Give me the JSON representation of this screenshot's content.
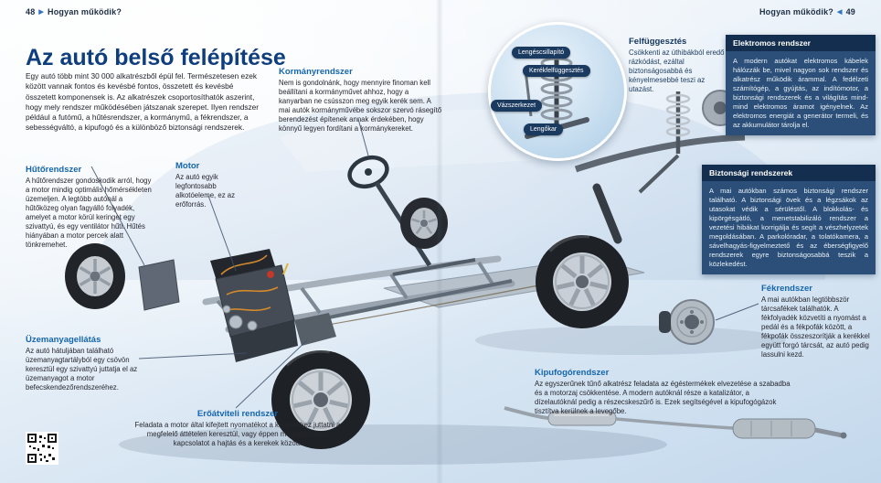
{
  "header": {
    "left": {
      "page": "48",
      "title": "Hogyan működik?"
    },
    "right": {
      "title": "Hogyan működik?",
      "page": "49"
    }
  },
  "icons": {
    "arrow_right": "▶",
    "arrow_left": "◀",
    "qr_code": "qr-code"
  },
  "title": "Az autó belső felépítése",
  "intro": "Egy autó több mint 30 000 alkatrészből épül fel. Természetesen ezek között vannak fontos és kevésbé fontos, összetett és kevésbé összetett komponensek is. Az alkatrészek csoportosíthatók aszerint, hogy mely rendszer működésében játszanak szerepet. Ilyen rendszer például a futómű, a hűtésrendszer, a kormánymű, a fékrendszer, a sebességváltó, a kipufogó és a különböző biztonsági rendszerek.",
  "sections": {
    "hutorendszer": {
      "title": "Hűtőrendszer",
      "body": "A hűtőrendszer gondoskodik arról, hogy a motor mindig optimális hőmérsékleten üzemeljen. A legtöbb autónál a hűtőközeg olyan fagyálló folyadék, amelyet a motor körül keringet egy szivattyú, és egy ventilátor hűti. Hűtés hiányában a motor percek alatt tönkremehet."
    },
    "motor": {
      "title": "Motor",
      "body": "Az autó egyik legfontosabb alkotóeleme, ez az erőforrás."
    },
    "uzemanyagellatas": {
      "title": "Üzemanyagellátás",
      "body": "Az autó hátuljában található üzemanyagtartályból egy csövön keresztül egy szivattyú juttatja el az üzemanyagot a motor befecskendezőrendszeréhez."
    },
    "eroatviteli": {
      "title": "Erőátviteli rendszer",
      "body": "Feladata a motor által kifejtett nyomatékot a kerekekhez juttatni a megfelelő áttételen keresztül, vagy éppen megszakítani a kapcsolatot a hajtás és a kerekek között."
    },
    "kormanyrendszer": {
      "title": "Kormányrendszer",
      "body": "Nem is gondolnánk, hogy mennyire finoman kell beállítani a kormányművet ahhoz, hogy a kanyarban ne csússzon meg egyik kerék sem. A mai autók kormányművébe sokszor szervó rásegítő berendezést építenek annak érdekében, hogy könnyű legyen fordítani a kormánykereket."
    },
    "kipufogorendszer": {
      "title": "Kipufogórendszer",
      "body": "Az egyszerűnek tűnő alkatrész feladata az égéstermékek elvezetése a szabadba és a motorzaj csökkentése. A modern autóknál része a katalizátor, a dízelautóknál pedig a részecskeszűrő is. Ezek segítségével a kipufogógázok tisztítva kerülnek a levegőbe."
    },
    "fekrendszer": {
      "title": "Fékrendszer",
      "body": "A mai autókban legtöbbször tárcsafékek találhatók. A fékfolyadék közvetíti a nyomást a pedál és a fékpofák között, a fékpofák összeszorítják a kerékkel együtt forgó tárcsát, az autó pedig lassulni kezd."
    },
    "felfuggesztes": {
      "title": "Felfüggesztés",
      "body": "Csökkenti az úthibákból eredő rázkódást, ezáltal biztonságosabbá és kényelmesebbé teszi az utazást."
    }
  },
  "info_boxes": {
    "elektromos": {
      "title": "Elektromos rendszer",
      "body": "A modern autókat elektromos kábelek hálózzák be, mivel nagyon sok rendszer és alkatrész működik árammal. A fedélzeti számítógép, a gyújtás, az indítómotor, a biztonsági rendszerek és a világítás mind-mind elektromos áramot igényelnek. Az elektromos energiát a generátor termeli, és az akkumulátor tárolja el."
    },
    "biztonsagi": {
      "title": "Biztonsági rendszerek",
      "body": "A mai autókban számos biztonsági rendszer található. A biztonsági övek és a légzsákok az utasokat védik a sérüléstől. A blokkolás- és kipörgésgátló, a menetstabilizáló rendszer a vezetési hibákat korrigálja és segít a vészhelyzetek megoldásában. A parkolóradar, a tolatókamera, a sávelhagyás-figyelmeztető és az éberségfigyelő rendszerek egyre biztonságosabbá teszik a közlekedést."
    }
  },
  "inset_labels": [
    "Lengéscsillapító",
    "Kerékfelfüggesztés",
    "Vázszerkezet",
    "Lengőkar"
  ],
  "colors": {
    "accent_blue": "#1566ad",
    "navy": "#14355c",
    "title_blue": "#0f3e7e",
    "box_header_bg": "#132e4e",
    "box_body_bg": "#2b4f78",
    "chip_bg": "#1b3a60",
    "page_bg_bottom": "#c3d8ec"
  }
}
